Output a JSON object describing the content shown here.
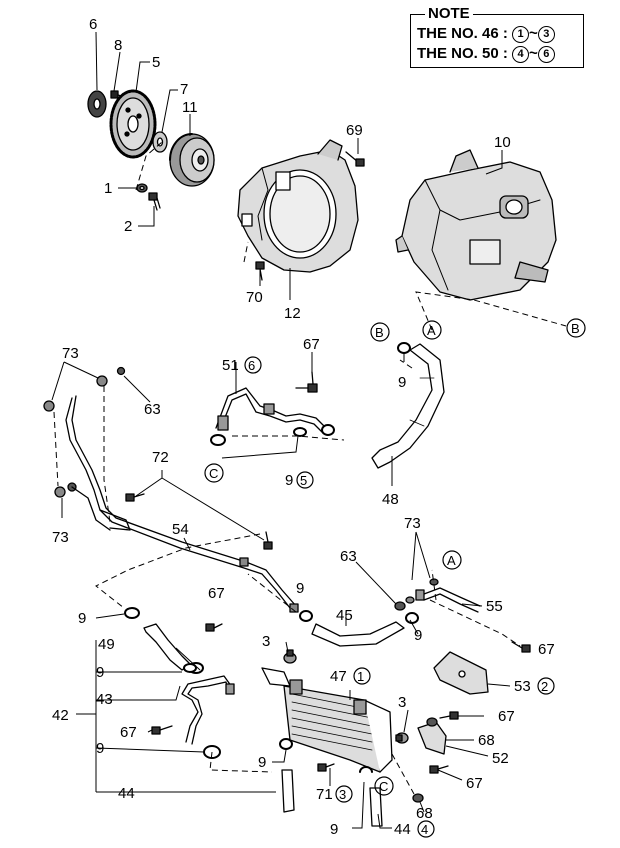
{
  "note": {
    "title": "NOTE",
    "rows": [
      {
        "prefix": "THE NO.",
        "num": "46",
        "sep": ":",
        "from": "1",
        "tilde": "~",
        "to": "3"
      },
      {
        "prefix": "THE NO.",
        "num": "50",
        "sep": ":",
        "from": "4",
        "tilde": "~",
        "to": "6"
      }
    ]
  },
  "callouts": {
    "c6": "6",
    "c8": "8",
    "c5": "5",
    "c7": "7",
    "c11": "11",
    "c1": "1",
    "c2": "2",
    "c69": "69",
    "c10": "10",
    "c70": "70",
    "c12": "12",
    "c73a": "73",
    "c63a": "63",
    "c51": "51",
    "c51s": "6",
    "c67a": "67",
    "cB1": "B",
    "c9a": "9",
    "cC1": "C",
    "c9b": "9",
    "c9bs": "5",
    "c48": "48",
    "c72": "72",
    "c73b": "73",
    "c54": "54",
    "c73c": "73",
    "c63b": "63",
    "cA2": "A",
    "c55": "55",
    "c45": "45",
    "c9c": "9",
    "c9d": "9",
    "c67b": "67",
    "c9e": "9",
    "c49": "49",
    "c9f": "9",
    "c43": "43",
    "c42": "42",
    "c67c": "67",
    "c9g": "9",
    "c44a": "44",
    "c3a": "3",
    "c47": "47",
    "c47s": "1",
    "c53": "53",
    "c53s": "2",
    "c67d": "67",
    "c3b": "3",
    "c68a": "68",
    "c52": "52",
    "c67e": "67",
    "c9h": "9",
    "c71": "71",
    "c71s": "3",
    "cC2": "C",
    "c68b": "68",
    "c9i": "9",
    "c44b": "44",
    "c44bs": "4",
    "c67f": "67",
    "cA1": "A",
    "cB2": "B"
  }
}
